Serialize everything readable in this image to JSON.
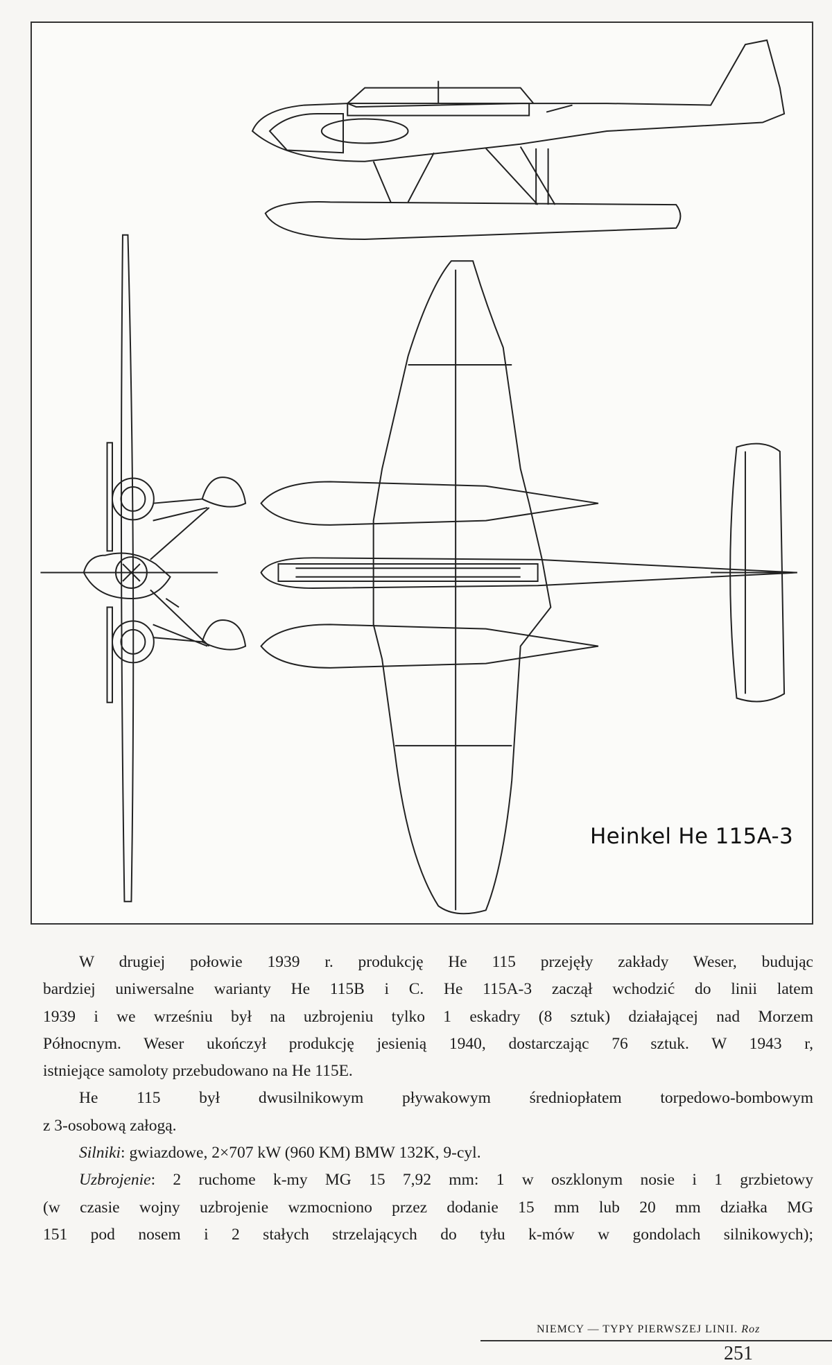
{
  "figure": {
    "caption": "Heinkel  He 115A-3",
    "views": [
      "side-view",
      "front-view",
      "top-view"
    ]
  },
  "paragraphs": [
    {
      "lines": [
        "W drugiej połowie 1939 r. produkcję He 115 przejęły zakłady Weser, budując",
        "bardziej uniwersalne warianty He 115B i C. He 115A-3 zaczął wchodzić do linii latem",
        "1939 i we wrześniu był na uzbrojeniu tylko 1 eskadry (8 sztuk) działającej nad Morzem",
        "Północnym. Weser ukończył produkcję jesienią 1940, dostarczając 76 sztuk. W 1943 r,",
        "istniejące samoloty przebudowano na He 115E."
      ]
    },
    {
      "lines": [
        "He 115 był dwusilnikowym pływakowym średniopłatem torpedowo-bombowym",
        "z 3-osobową załogą."
      ]
    },
    {
      "label": "Silniki",
      "lines": [
        ": gwiazdowe, 2×707 kW (960 KM) BMW 132K, 9-cyl."
      ]
    },
    {
      "label": "Uzbrojenie",
      "lines": [
        ": 2 ruchome k-my MG 15  7,92 mm: 1 w oszklonym nosie i 1 grzbietowy",
        "(w czasie wojny uzbrojenie wzmocniono przez dodanie 15 mm lub 20 mm działka MG",
        "151 pod nosem i 2 stałych strzelających do tyłu k-mów w gondolach silnikowych);"
      ]
    }
  ],
  "footer": {
    "running_head": "NIEMCY — TYPY PIERWSZEJ LINII.",
    "running_head_cut": "Roz",
    "page_number": "251"
  }
}
